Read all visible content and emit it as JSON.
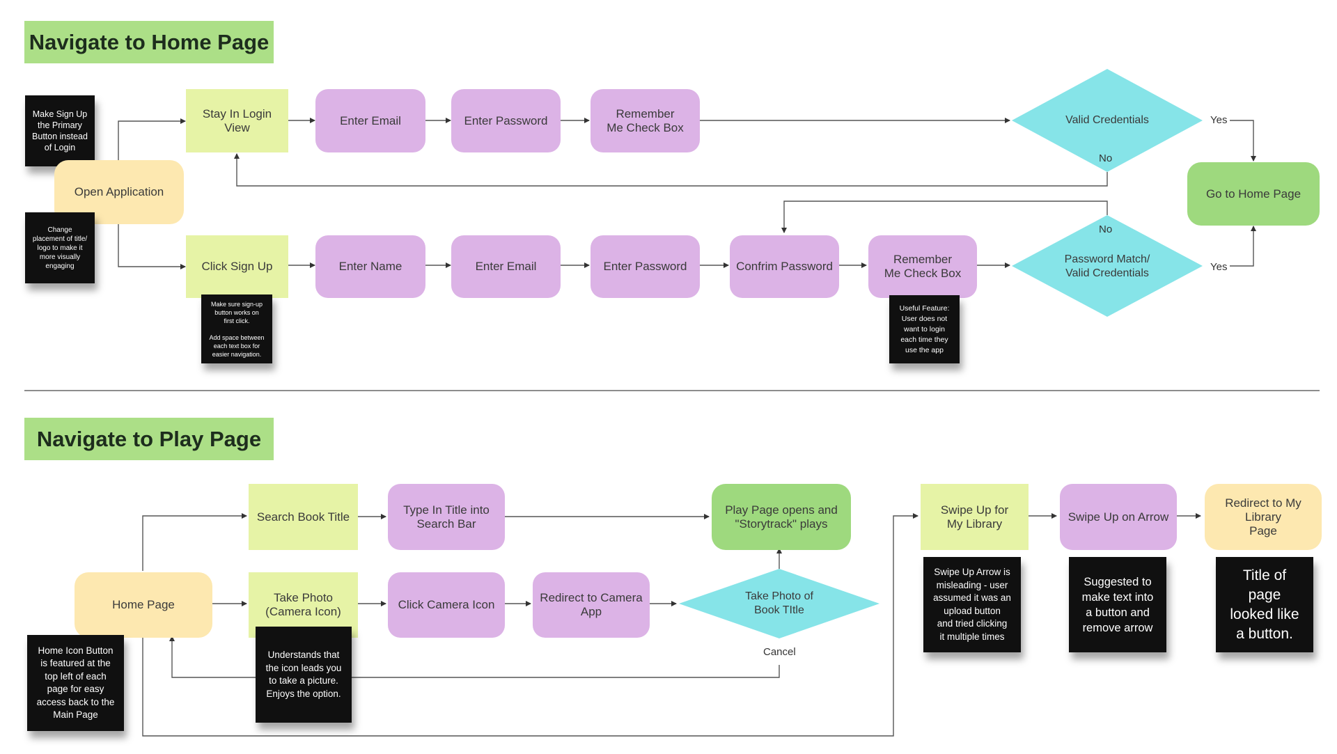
{
  "colors": {
    "title_bg": "#acdf87",
    "pink": "#dcb3e6",
    "yellow": "#fde8b0",
    "lime": "#e6f3a6",
    "green": "#9ed97e",
    "diamond": "#86e4e8",
    "note": "#101010"
  },
  "section1": {
    "title": "Navigate to Home Page",
    "open_application": "Open Application",
    "stay_login_view": "Stay In Login View",
    "login_enter_email": "Enter Email",
    "login_enter_password": "Enter Password",
    "login_remember": "Remember\nMe Check Box",
    "valid_credentials": "Valid Credentials",
    "no_1": "No",
    "yes_1": "Yes",
    "go_home": "Go to Home Page",
    "click_sign_up": "Click Sign Up",
    "enter_name": "Enter Name",
    "signup_enter_email": "Enter Email",
    "signup_enter_password": "Enter Password",
    "confirm_password": "Confrim Password",
    "signup_remember": "Remember\nMe Check Box",
    "password_match": "Password Match/\nValid Credentials",
    "no_2": "No",
    "yes_2": "Yes",
    "note_signup_primary": "Make Sign Up\nthe Primary\nButton instead\nof Login",
    "note_placement": "Change\nplacement of title/\nlogo to make it\nmore visually\nengaging",
    "note_signup_works": "Make sure sign-up\nbutton works on\nfirst click.\n\nAdd space between\neach text box for\neasier navigation.",
    "note_useful_feature": "Useful Feature:\nUser does not\nwant to login\neach time they\nuse the app"
  },
  "section2": {
    "title": "Navigate to Play Page",
    "home_page": "Home Page",
    "search_book_title": "Search Book Title",
    "type_title": "Type In Title into\nSearch Bar",
    "play_page_opens": "Play Page opens and\n\"Storytrack\" plays",
    "take_photo": "Take Photo\n(Camera Icon)",
    "click_camera": "Click Camera Icon",
    "redirect_camera": "Redirect to Camera\nApp",
    "take_photo_book": "Take Photo of\nBook TItle",
    "cancel": "Cancel",
    "swipe_up_library": "Swipe Up for\nMy Library",
    "swipe_up_arrow": "Swipe Up on Arrow",
    "redirect_library": "Redirect to My Library\nPage",
    "note_home_icon": "Home Icon Button\nis featured at the\ntop left of each\npage for easy\naccess back to the\nMain Page",
    "note_understands": "Understands that\nthe icon leads you\nto take a picture.\nEnjoys the option.",
    "note_swipe_misleading": "Swipe Up Arrow is\nmisleading - user\nassumed it was an\nupload button\nand tried clicking\nit multiple times",
    "note_suggested": "Suggested to\nmake text into\na button and\nremove arrow",
    "note_title_page": "Title of\npage\nlooked like\na button."
  }
}
